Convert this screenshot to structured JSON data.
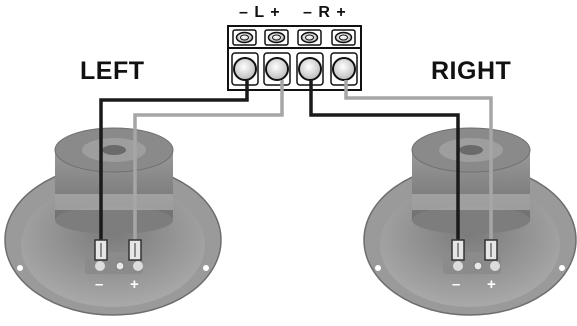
{
  "terminal_block": {
    "left_channel_label": "– L +",
    "right_channel_label": "– R +"
  },
  "speakers": {
    "left": {
      "label": "LEFT",
      "negative_symbol": "–",
      "positive_symbol": "+"
    },
    "right": {
      "label": "RIGHT",
      "negative_symbol": "–",
      "positive_symbol": "+"
    }
  },
  "colors": {
    "negative_wire": "#1a1a1a",
    "positive_wire": "#a6a6a6",
    "speaker_body": "#8c8c8c",
    "terminal_block": "#ffffff"
  }
}
